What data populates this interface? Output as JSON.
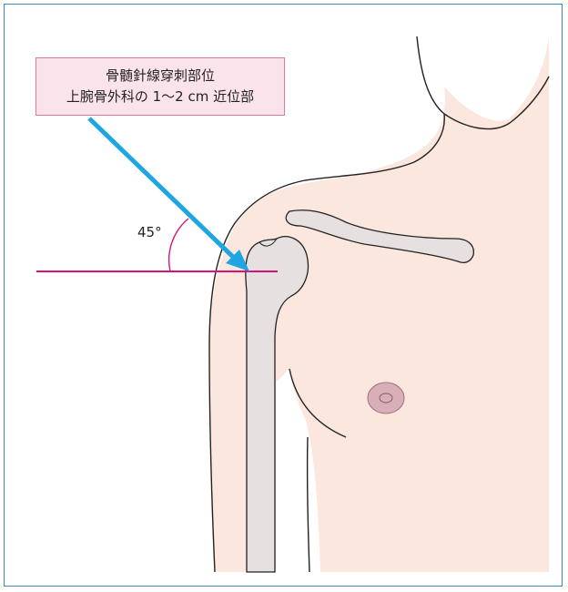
{
  "callout": {
    "line1": "骨髄針線穿刺部位",
    "line2": "上腕骨外科の 1～2 cm 近位部"
  },
  "angle": {
    "label": "45°"
  },
  "colors": {
    "frame": "#3a86b8",
    "skin": "#fbe7de",
    "bone": "#e6e1e0",
    "outline": "#222222",
    "arrow": "#1ea6e0",
    "reference_line": "#d9127a",
    "callout_fill": "#fbe3ec",
    "callout_border": "#e0769f",
    "nipple": "#d8aeb8"
  }
}
